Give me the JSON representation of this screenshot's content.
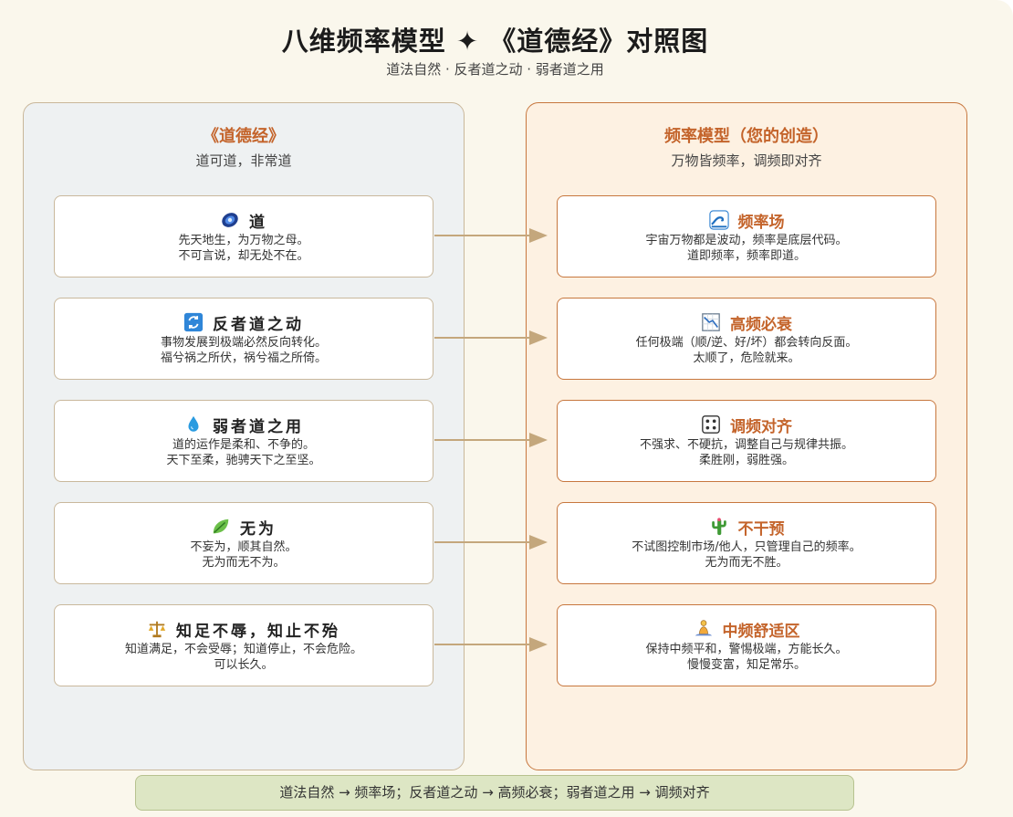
{
  "header": {
    "title": "八维频率模型 ✦ 《道德经》对照图",
    "subtitle": "道法自然 · 反者道之动 · 弱者道之用"
  },
  "left_panel": {
    "title": "《道德经》",
    "subtitle": "道可道，非常道",
    "cards": [
      {
        "icon": "galaxy-icon",
        "title": "道",
        "lines": [
          "先天地生，为万物之母。",
          "不可言说，却无处不在。"
        ]
      },
      {
        "icon": "refresh-icon",
        "title": "反者道之动",
        "lines": [
          "事物发展到极端必然反向转化。",
          "福兮祸之所伏，祸兮福之所倚。"
        ]
      },
      {
        "icon": "water-drop-icon",
        "title": "弱者道之用",
        "lines": [
          "道的运作是柔和、不争的。",
          "天下至柔，驰骋天下之至坚。"
        ]
      },
      {
        "icon": "leaf-icon",
        "title": "无为",
        "lines": [
          "不妄为，顺其自然。",
          "无为而无不为。"
        ]
      },
      {
        "icon": "balance-scale-icon",
        "title": "知足不辱，知止不殆",
        "lines": [
          "知道满足，不会受辱；知道停止，不会危险。",
          "可以长久。"
        ]
      }
    ]
  },
  "right_panel": {
    "title": "频率模型（您的创造）",
    "subtitle": "万物皆频率，调频即对齐",
    "cards": [
      {
        "icon": "wave-icon",
        "title": "频率场",
        "lines": [
          "宇宙万物都是波动，频率是底层代码。",
          "道即频率，频率即道。"
        ]
      },
      {
        "icon": "chart-down-icon",
        "title": "高频必衰",
        "lines": [
          "任何极端（顺/逆、好/坏）都会转向反面。",
          "太顺了，危险就来。"
        ]
      },
      {
        "icon": "control-knobs-icon",
        "title": "调频对齐",
        "lines": [
          "不强求、不硬抗，调整自己与规律共振。",
          "柔胜刚，弱胜强。"
        ]
      },
      {
        "icon": "cactus-icon",
        "title": "不干预",
        "lines": [
          "不试图控制市场/他人，只管理自己的频率。",
          "无为而无不胜。"
        ]
      },
      {
        "icon": "meditation-icon",
        "title": "中频舒适区",
        "lines": [
          "保持中频平和，警惕极端，方能长久。",
          "慢慢变富，知足常乐。"
        ]
      }
    ]
  },
  "footer": {
    "text": "道法自然 → 频率场；反者道之动 → 高频必衰；弱者道之用 → 调频对齐"
  }
}
